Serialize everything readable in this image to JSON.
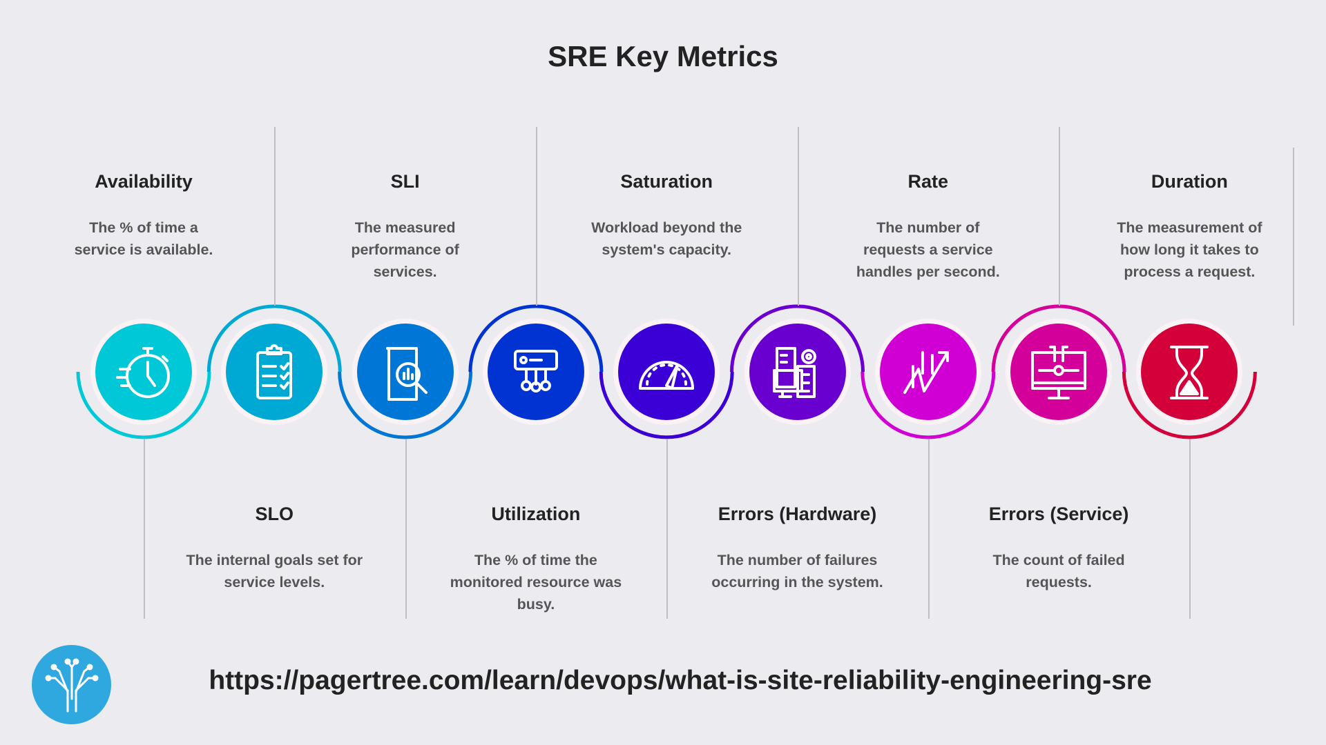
{
  "title": "SRE Key Metrics",
  "items": [
    {
      "title": "Availability",
      "description": "The % of time a\nservice is available.",
      "color": "#00C8D7",
      "icon": "stopwatch-icon"
    },
    {
      "title": "SLO",
      "description": "The internal goals set for\nservice levels.",
      "color": "#00A8D4",
      "icon": "clipboard-checklist-icon"
    },
    {
      "title": "SLI",
      "description": "The measured\nperformance of\nservices.",
      "color": "#0077D6",
      "icon": "document-search-chart-icon"
    },
    {
      "title": "Utilization",
      "description": "The % of time the\nmonitored resource was\nbusy.",
      "color": "#0033D1",
      "icon": "network-device-icon"
    },
    {
      "title": "Saturation",
      "description": "Workload beyond the\nsystem's capacity.",
      "color": "#3A00D6",
      "icon": "gauge-icon"
    },
    {
      "title": "Errors (Hardware)",
      "description": "The number of failures\noccurring in the system.",
      "color": "#6A00D0",
      "icon": "server-gear-icon"
    },
    {
      "title": "Rate",
      "description": "The number of\nrequests a service\nhandles per second.",
      "color": "#D000D4",
      "icon": "growth-chart-icon"
    },
    {
      "title": "Errors (Service)",
      "description": "The count of failed\nrequests.",
      "color": "#D4009A",
      "icon": "monitor-gear-icon"
    },
    {
      "title": "Duration",
      "description": "The measurement of\nhow long it takes to\nprocess a request.",
      "color": "#D4003A",
      "icon": "hourglass-icon"
    }
  ],
  "footer": {
    "url": "https://pagertree.com/learn/devops/what-is-site-reliability-engineering-sre",
    "logo_icon": "circuit-tree-logo-icon"
  }
}
